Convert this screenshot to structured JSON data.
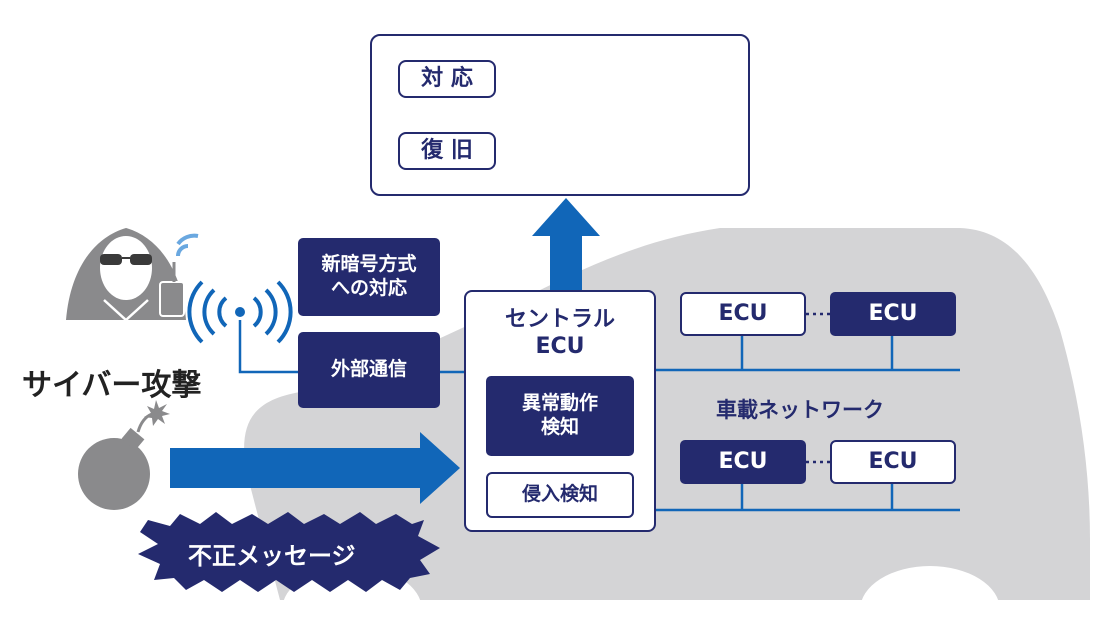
{
  "panel": {
    "respond_label": "対 応",
    "recover_label": "復 旧"
  },
  "attack": {
    "title": "サイバー攻撃",
    "message": "不正メッセージ"
  },
  "features": {
    "new_crypto": "新暗号方式\nへの対応",
    "external_comm": "外部通信"
  },
  "central_ecu": {
    "title": "セントラル\nECU",
    "anomaly_detection": "異常動作\n検知",
    "intrusion_detection": "侵入検知"
  },
  "network": {
    "label": "車載ネットワーク",
    "ecu_top_left": "ECU",
    "ecu_top_right": "ECU",
    "ecu_bottom_left": "ECU",
    "ecu_bottom_right": "ECU"
  },
  "icons": [
    "brake-pedal-icon",
    "driver-alert-icon",
    "tools-icon",
    "no-bug-icon",
    "hacker-icon",
    "radio-signal-icon",
    "bomb-icon"
  ],
  "colors": {
    "navy": "#242a6e",
    "blue": "#1166b8",
    "car_gray": "#d4d4d6",
    "icon_gray": "#8a8a8c"
  }
}
